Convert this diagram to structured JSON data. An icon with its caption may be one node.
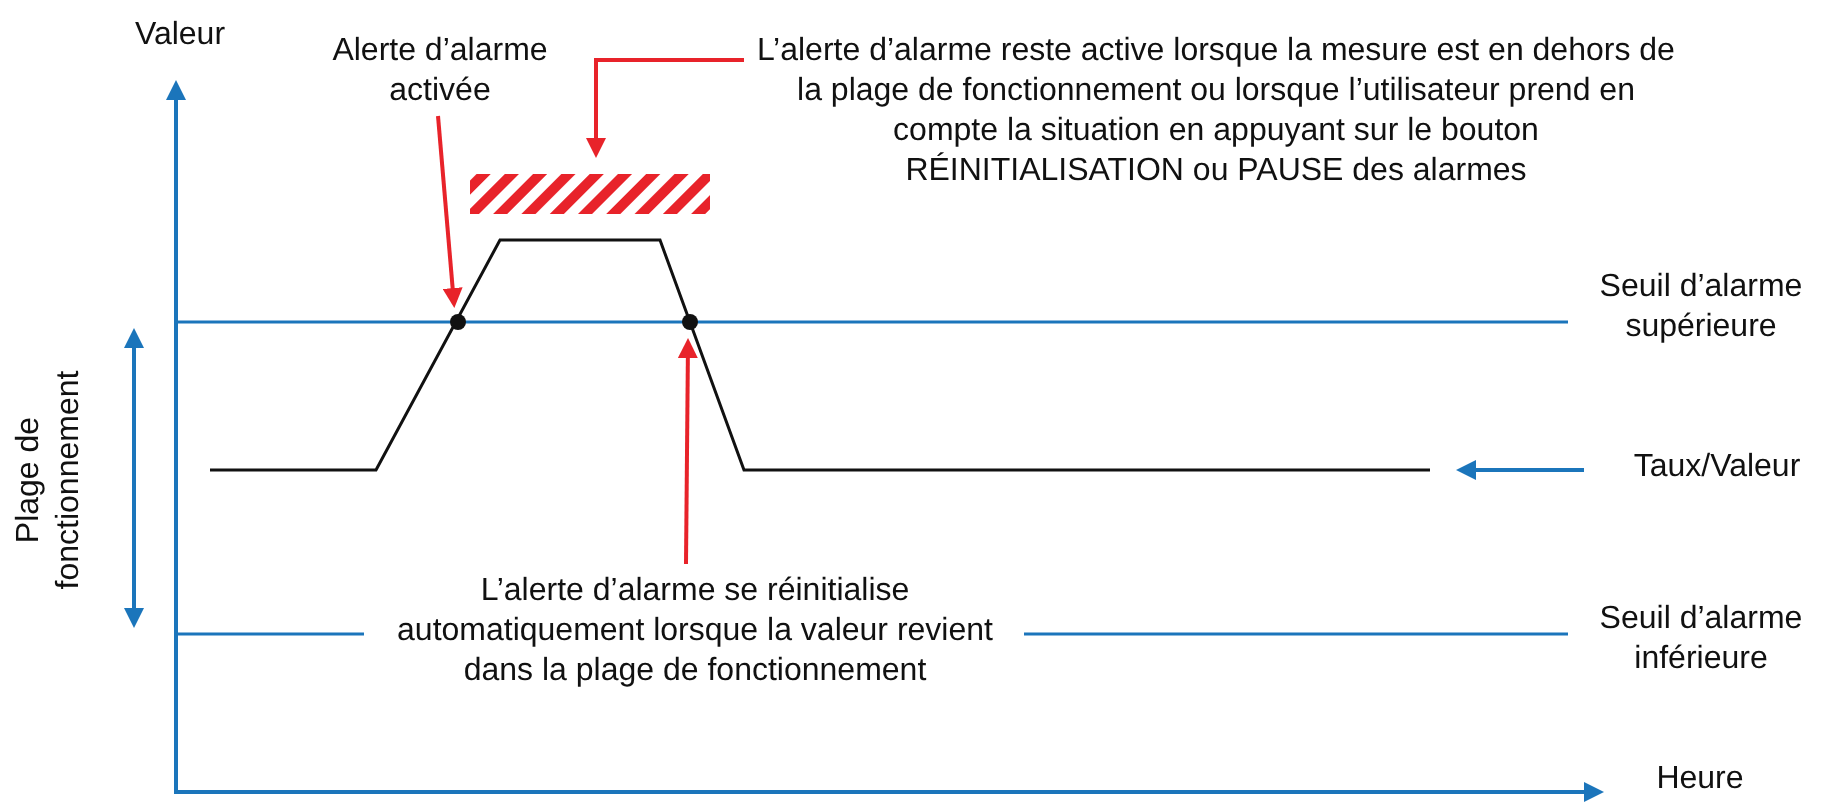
{
  "diagram": {
    "nodes": [
      {
        "text": [
          "Alerte d’alarme activée"
        ]
      },
      {
        "text": [],
        "shape": "circle"
      },
      {
        "text": [
          "L’alerte d’alarme reste active lorsque la mesure est en dehors de la plage de fonctionnement ou lorsque l’utilisateur prend en compte la situation en appuyant sur le bouton RÉINITIALISATION ou PAUSE des alarmes"
        ]
      },
      {
        "text": [],
        "shape": "bar"
      },
      {
        "text": [
          "L’alerte d’alarme se réinitialise automatiquement lorsque la valeur revient dans la plage de fonctionnement"
        ]
      },
      {
        "text": [],
        "shape": "circle"
      },
      {
        "text": [
          "Taux/Valeur"
        ]
      }
    ],
    "edges": [
      {
        "from": 0,
        "to": 1,
        "arrow": "to"
      },
      {
        "from": 2,
        "to": 3,
        "arrow": "to"
      },
      {
        "from": 4,
        "to": 5,
        "arrow": "to"
      },
      {
        "from": 6,
        "to": null,
        "arrow": "to",
        "color": "#1b75bb"
      }
    ],
    "labels": [
      "Valeur",
      "Seuil d’alarme supérieure",
      "Plage de fonctionnement",
      "Seuil d’alarme inférieure",
      "Heure"
    ]
  }
}
